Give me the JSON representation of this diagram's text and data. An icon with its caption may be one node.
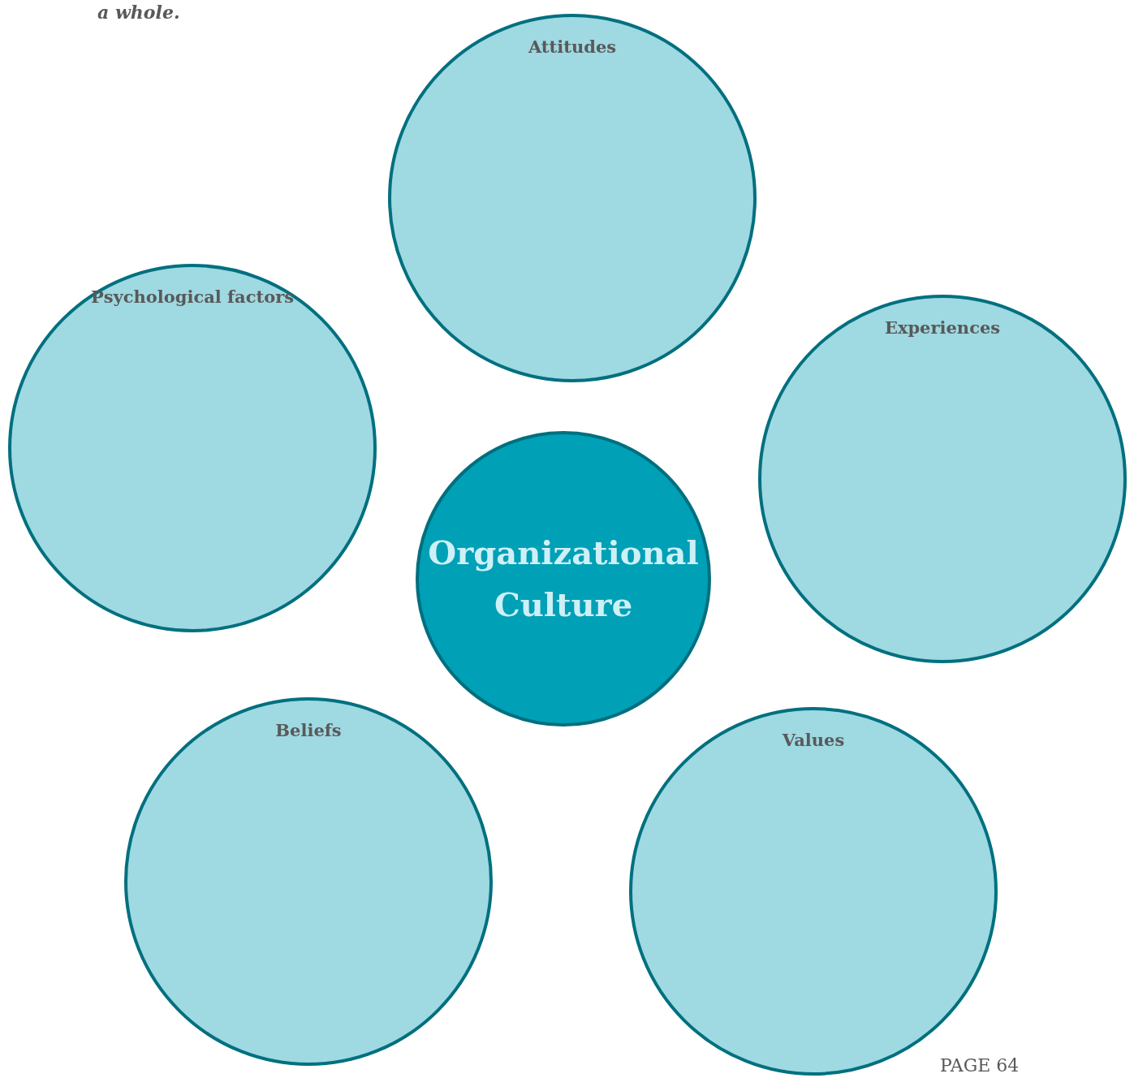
{
  "diagram": {
    "nodes": [
      {
        "text": [
          "Attitudes"
        ]
      },
      {
        "text": [
          "Psychological factors"
        ]
      },
      {
        "text": [
          "Experiences"
        ]
      },
      {
        "text": [
          "Organizational Culture"
        ]
      },
      {
        "text": [
          "Beliefs"
        ]
      },
      {
        "text": [
          "Values"
        ]
      }
    ],
    "edges": [],
    "labels": [
      "a whole.",
      "PAGE 64"
    ]
  }
}
